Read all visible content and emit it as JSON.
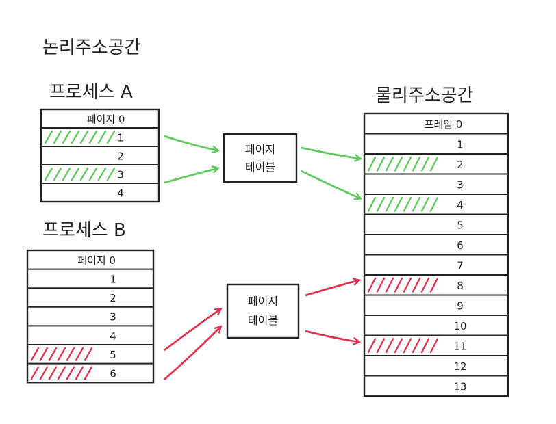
{
  "logical_title": "논리주소공간",
  "physical_title": "물리주소공간",
  "process_a": {
    "title": "프로세스 A",
    "first_row_label": "페이지 0",
    "rows": [
      "",
      "1",
      "2",
      "3",
      "4"
    ],
    "hatched_rows": [
      1,
      3
    ],
    "hatch_color": "#5fca5f"
  },
  "process_b": {
    "title": "프로세스 B",
    "first_row_label": "페이지 0",
    "rows": [
      "",
      "1",
      "2",
      "3",
      "4",
      "5",
      "6"
    ],
    "hatched_rows": [
      5,
      6
    ],
    "hatch_color": "#e0334f"
  },
  "page_table_a": {
    "line1": "페이지",
    "line2": "테이블"
  },
  "page_table_b": {
    "line1": "페이지",
    "line2": "테이블"
  },
  "physical": {
    "first_row_label": "프레임 0",
    "rows": [
      "",
      "1",
      "2",
      "3",
      "4",
      "5",
      "6",
      "7",
      "8",
      "9",
      "10",
      "11",
      "12",
      "13"
    ],
    "hatched_green": [
      2,
      4
    ],
    "hatched_red": [
      8,
      11
    ]
  },
  "colors": {
    "green": "#5fca5f",
    "red": "#e0334f",
    "ink": "#222222"
  }
}
